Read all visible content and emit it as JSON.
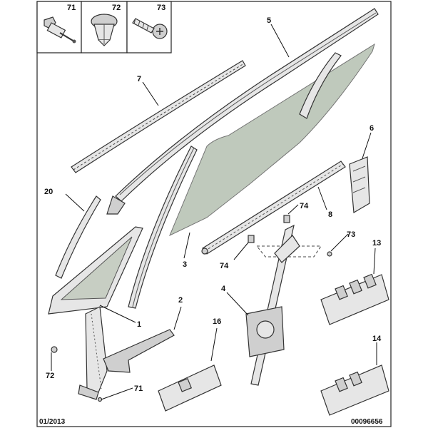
{
  "legend": [
    {
      "number": "71",
      "icon": "rivet-icon"
    },
    {
      "number": "72",
      "icon": "clip-icon"
    },
    {
      "number": "73",
      "icon": "screw-icon"
    }
  ],
  "callouts": {
    "c5": "5",
    "c7": "7",
    "c6": "6",
    "c20": "20",
    "c74a": "74",
    "c8": "8",
    "c3": "3",
    "c73": "73",
    "c13": "13",
    "c74b": "74",
    "c4": "4",
    "c2": "2",
    "c1": "1",
    "c16": "16",
    "c14": "14",
    "c72": "72",
    "c71": "71"
  },
  "footer": {
    "date": "01/2013",
    "reference": "00096656"
  },
  "colors": {
    "glass": "#b9c4b5",
    "part_fill": "#e6e6e6",
    "outline": "#333333"
  }
}
